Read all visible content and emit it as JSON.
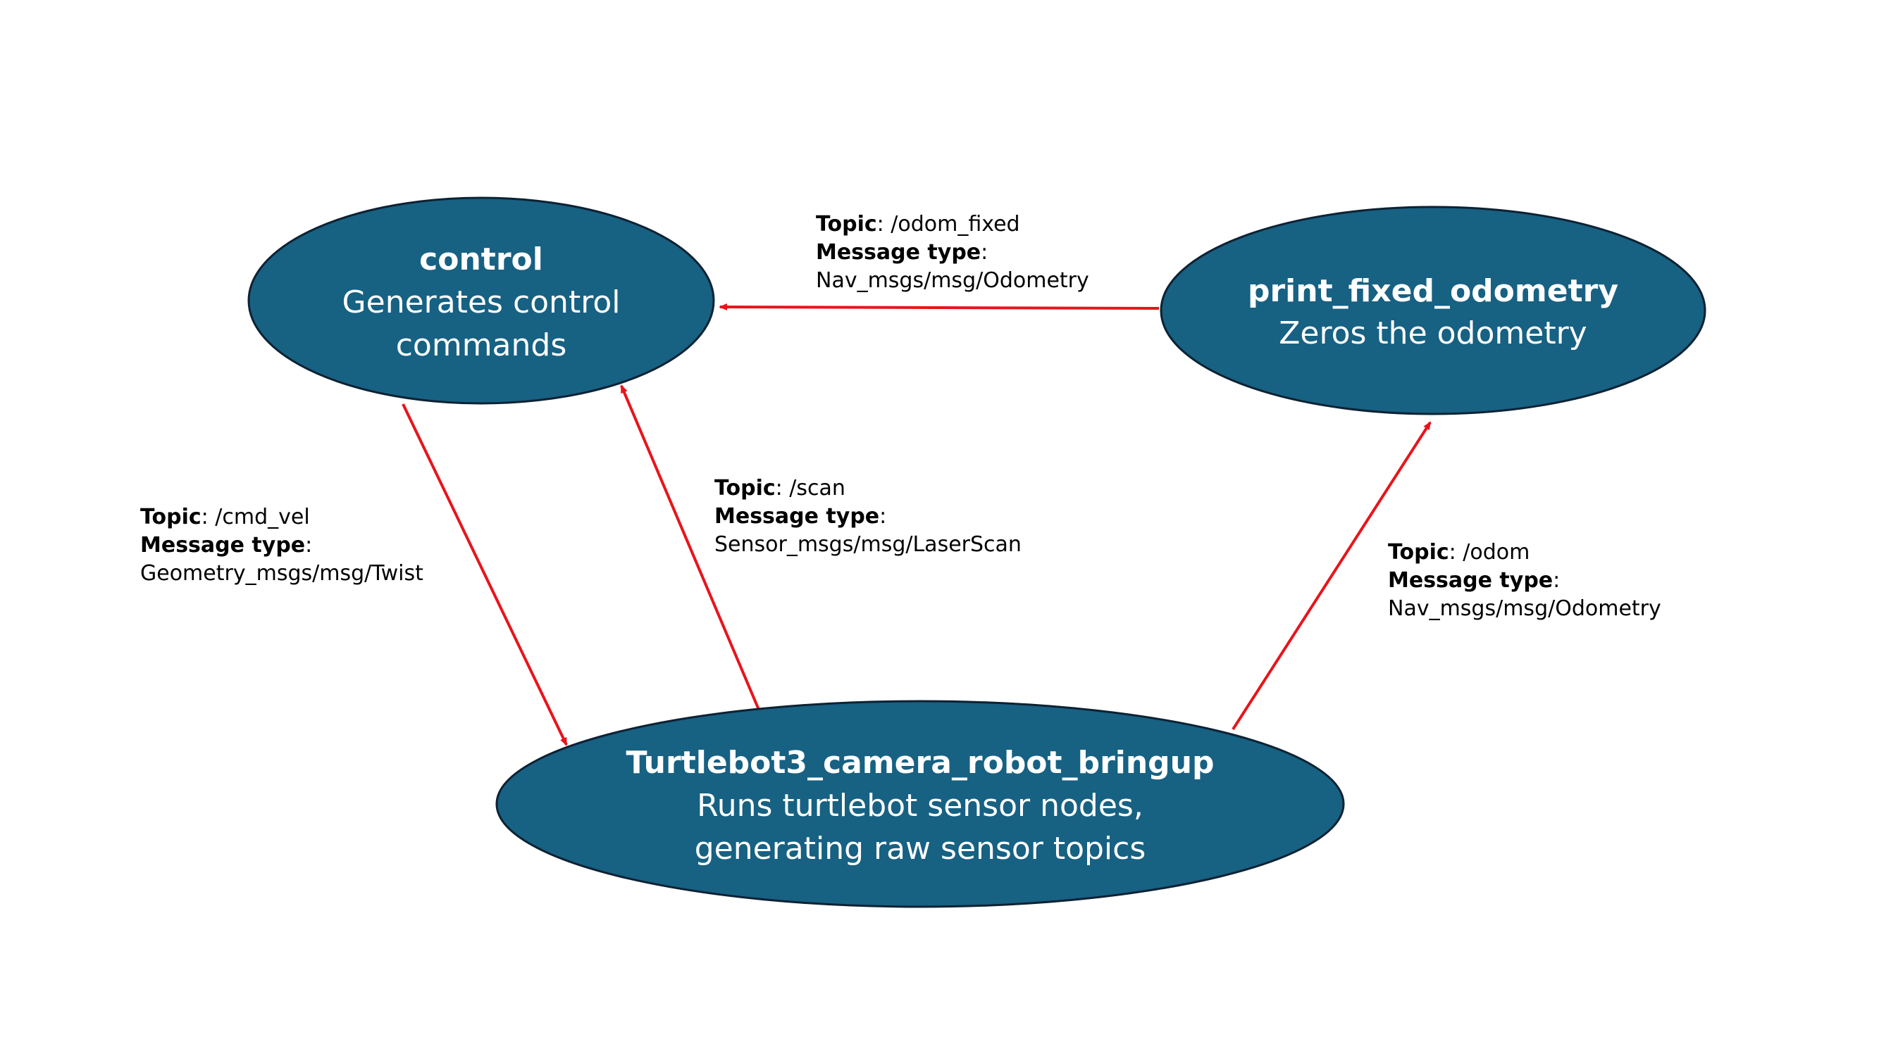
{
  "colors": {
    "node_fill": "#176183",
    "node_stroke": "#0d2233",
    "node_text": "#ffffff",
    "arrow": "#e8141b",
    "label_text": "#000000"
  },
  "nodes": {
    "control": {
      "title": "control",
      "line1": "Generates control",
      "line2": "commands"
    },
    "print_fixed_odometry": {
      "title": "print_fixed_odometry",
      "line1": "Zeros the odometry"
    },
    "bringup": {
      "title": "Turtlebot3_camera_robot_bringup",
      "line1": "Runs turtlebot sensor nodes,",
      "line2": "generating raw sensor topics"
    }
  },
  "edges": {
    "odom_fixed": {
      "topic_key": "Topic",
      "topic_value": ": /odom_fixed",
      "type_key": "Message type",
      "type_colon": ":",
      "type_value": "Nav_msgs/msg/Odometry"
    },
    "scan": {
      "topic_key": "Topic",
      "topic_value": ": /scan",
      "type_key": "Message type",
      "type_colon": ":",
      "type_value": "Sensor_msgs/msg/LaserScan"
    },
    "cmd_vel": {
      "topic_key": "Topic",
      "topic_value": ": /cmd_vel",
      "type_key": "Message type",
      "type_colon": ":",
      "type_value": "Geometry_msgs/msg/Twist"
    },
    "odom": {
      "topic_key": "Topic",
      "topic_value": ": /odom",
      "type_key": "Message type",
      "type_colon": ":",
      "type_value": "Nav_msgs/msg/Odometry"
    }
  }
}
